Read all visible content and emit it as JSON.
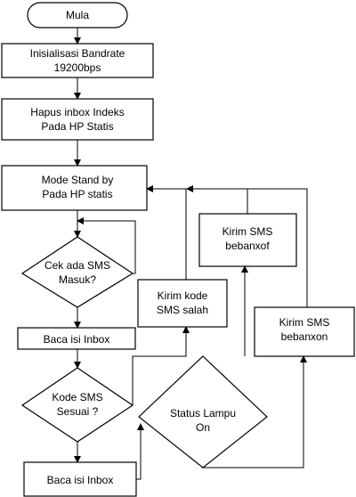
{
  "flowchart": {
    "start": {
      "label": "Mula"
    },
    "init_baudrate": {
      "lines": [
        "Inisialisasi Bandrate",
        "19200bps"
      ]
    },
    "delete_inbox": {
      "lines": [
        "Hapus inbox Indeks",
        "Pada HP Statis"
      ]
    },
    "standby": {
      "lines": [
        "Mode Stand by",
        "Pada HP statis"
      ]
    },
    "check_sms": {
      "lines": [
        "Cek ada SMS",
        "Masuk?"
      ]
    },
    "read_inbox_1": {
      "label": "Baca isi Inbox"
    },
    "code_match": {
      "lines": [
        "Kode SMS",
        "Sesuai ?"
      ]
    },
    "read_inbox_2": {
      "label": "Baca isi Inbox"
    },
    "send_wrong_code": {
      "lines": [
        "Kirim kode",
        "SMS salah"
      ]
    },
    "lamp_status": {
      "lines": [
        "Status Lampu",
        "On"
      ]
    },
    "send_bebanxof": {
      "lines": [
        "Kirim SMS",
        "bebanxof"
      ]
    },
    "send_bebanxon": {
      "lines": [
        "Kirim SMS",
        "bebanxon"
      ]
    }
  }
}
